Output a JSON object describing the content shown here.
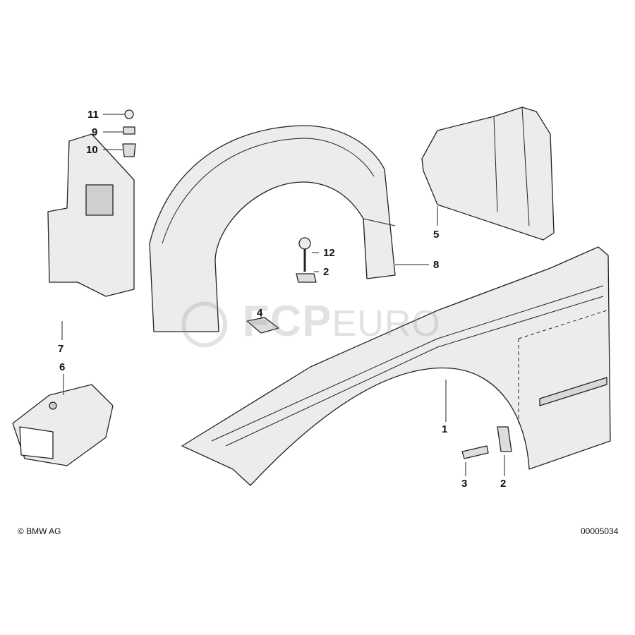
{
  "diagram": {
    "callouts": {
      "p11": "11",
      "p9": "9",
      "p10": "10",
      "p7": "7",
      "p6": "6",
      "p4": "4",
      "p12": "12",
      "p2a": "2",
      "p8": "8",
      "p5": "5",
      "p1": "1",
      "p3": "3",
      "p2b": "2"
    },
    "watermark": {
      "brand_bold": "FCP",
      "brand_light": "EURO"
    },
    "copyright": "© BMW AG",
    "diagram_number": "00005034"
  },
  "colors": {
    "line": "#222222",
    "fill": "#e9e9e9",
    "shade": "#cfcfcf"
  }
}
